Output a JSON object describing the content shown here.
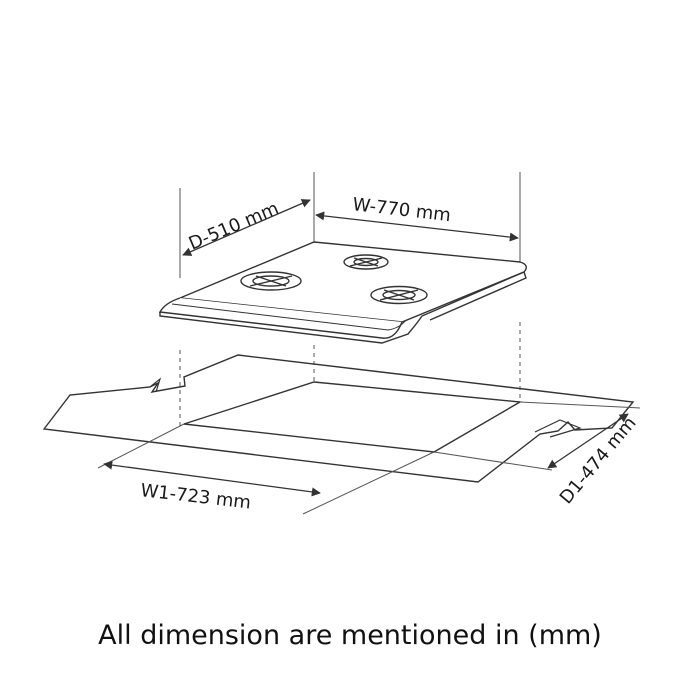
{
  "dimensions": {
    "depth": "D-510 mm",
    "width": "W-770 mm",
    "cutout_width": "W1-723 mm",
    "cutout_depth": "D1-474 mm"
  },
  "caption": "All dimension are mentioned in (mm)",
  "colors": {
    "line": "#333333",
    "text": "#1a1a1a"
  },
  "icons": [
    "burner-icon",
    "arrow-icon"
  ]
}
